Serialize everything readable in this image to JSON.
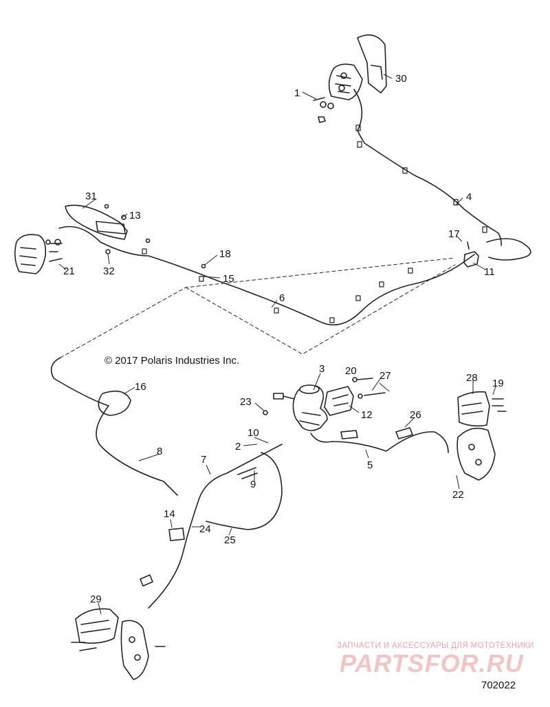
{
  "copyright": "© 2017 Polaris Industries Inc.",
  "diagram_number": "702022",
  "watermark": {
    "tagline": "ЗАПЧАСТИ И АКСЕССУАРЫ ДЛЯ МОТОТЕХНИКИ",
    "logo": "PARTSFOR.RU"
  },
  "callouts": [
    "1",
    "2",
    "3",
    "4",
    "5",
    "6",
    "7",
    "8",
    "9",
    "10",
    "11",
    "12",
    "13",
    "14",
    "15",
    "16",
    "17",
    "18",
    "19",
    "20",
    "21",
    "22",
    "23",
    "24",
    "25",
    "26",
    "27",
    "28",
    "29",
    "30",
    "31",
    "32"
  ]
}
